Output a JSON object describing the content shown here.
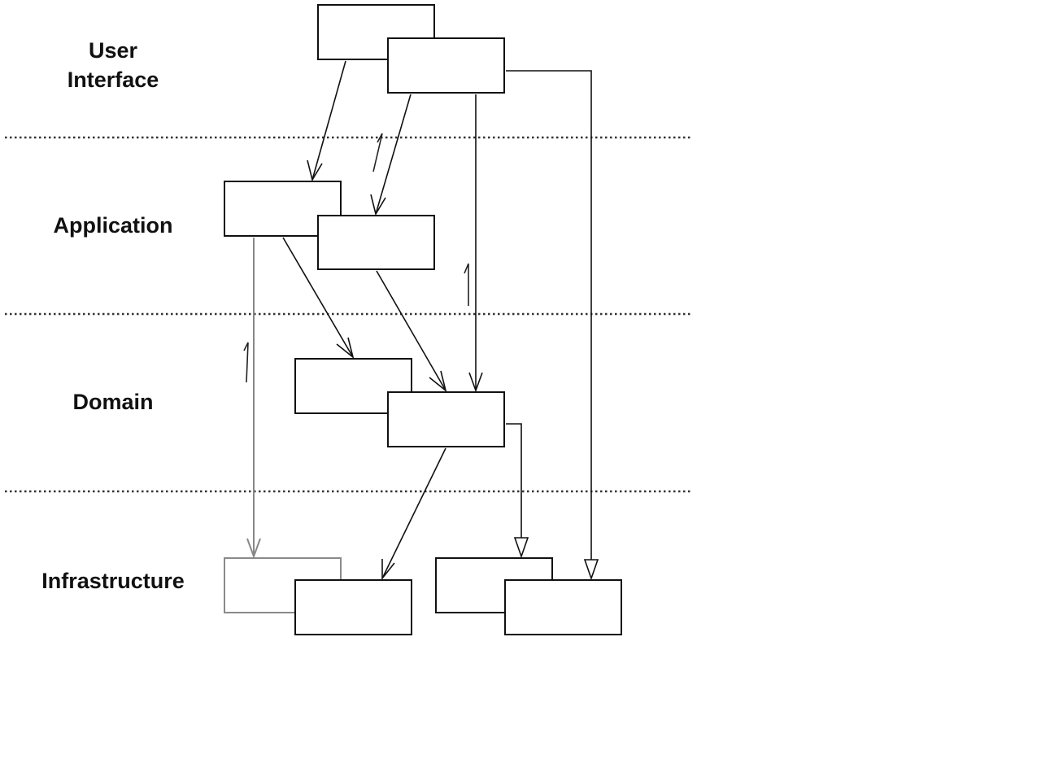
{
  "layers": [
    {
      "id": "user-interface",
      "label_line1": "User",
      "label_line2": "Interface"
    },
    {
      "id": "application",
      "label": "Application"
    },
    {
      "id": "domain",
      "label": "Domain"
    },
    {
      "id": "infrastructure",
      "label": "Infrastructure"
    }
  ]
}
